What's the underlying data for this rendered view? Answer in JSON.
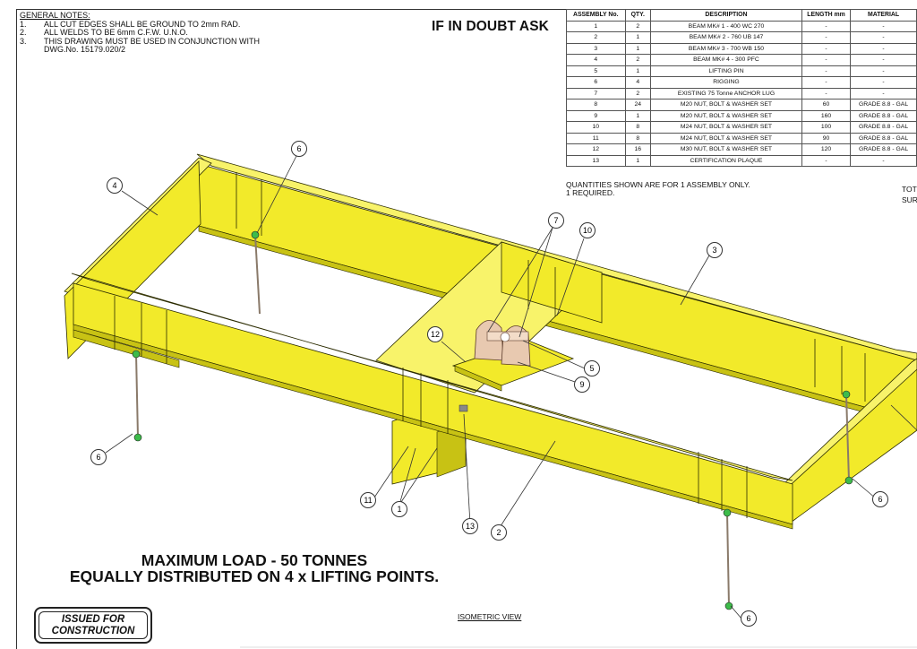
{
  "notes": {
    "heading": "GENERAL NOTES:",
    "items": [
      {
        "num": "1.",
        "text": "ALL CUT EDGES SHALL BE GROUND TO 2mm RAD."
      },
      {
        "num": "2.",
        "text": "ALL WELDS TO BE 6mm C.F.W.  U.N.O."
      },
      {
        "num": "3.",
        "text": "THIS DRAWING MUST BE USED IN CONJUNCTION WITH"
      }
    ],
    "continuation": "DWG.No. 15179.020/2"
  },
  "banner": "IF IN DOUBT ASK",
  "bom": {
    "headers": [
      "ASSEMBLY No.",
      "QTY.",
      "DESCRIPTION",
      "LENGTH mm",
      "MATERIAL"
    ],
    "rows": [
      [
        "1",
        "2",
        "BEAM MK# 1 - 400 WC 270",
        "-",
        "-"
      ],
      [
        "2",
        "1",
        "BEAM MK# 2 - 760 UB 147",
        "-",
        "-"
      ],
      [
        "3",
        "1",
        "BEAM MK# 3 - 700 WB 150",
        "-",
        "-"
      ],
      [
        "4",
        "2",
        "BEAM MK# 4 - 300 PFC",
        "-",
        "-"
      ],
      [
        "5",
        "1",
        "LIFTING PIN",
        "-",
        "-"
      ],
      [
        "6",
        "4",
        "RIGGING",
        "-",
        "-"
      ],
      [
        "7",
        "2",
        "EXISTING 75 Tonne ANCHOR LUG",
        "-",
        "-"
      ],
      [
        "8",
        "24",
        "M20 NUT, BOLT & WASHER SET",
        "60",
        "GRADE 8.8 - GAL"
      ],
      [
        "9",
        "1",
        "M20 NUT, BOLT & WASHER SET",
        "160",
        "GRADE 8.8 - GAL"
      ],
      [
        "10",
        "8",
        "M24 NUT, BOLT & WASHER SET",
        "100",
        "GRADE 8.8 - GAL"
      ],
      [
        "11",
        "8",
        "M24 NUT, BOLT & WASHER SET",
        "90",
        "GRADE 8.8 - GAL"
      ],
      [
        "12",
        "16",
        "M30 NUT, BOLT & WASHER SET",
        "120",
        "GRADE 8.8 - GAL"
      ],
      [
        "13",
        "1",
        "CERTIFICATION PLAQUE",
        "-",
        "-"
      ]
    ]
  },
  "qty_note": {
    "line1": "QUANTITIES SHOWN ARE FOR 1 ASSEMBLY ONLY.",
    "line2": "1 REQUIRED."
  },
  "tot": {
    "line1": "TOT",
    "line2": "SUR"
  },
  "balloons": {
    "b1": "1",
    "b2": "2",
    "b3": "3",
    "b4": "4",
    "b5": "5",
    "b6a": "6",
    "b6b": "6",
    "b6c": "6",
    "b6d": "6",
    "b7": "7",
    "b9": "9",
    "b10": "10",
    "b11": "11",
    "b12": "12",
    "b13": "13"
  },
  "max_load": {
    "line1": "MAXIMUM LOAD - 50 TONNES",
    "line2": "EQUALLY DISTRIBUTED ON 4 x LIFTING POINTS."
  },
  "stamp": {
    "line1": "ISSUED FOR",
    "line2": "CONSTRUCTION"
  },
  "view_title": "ISOMETRIC VIEW",
  "colors": {
    "steel": "#f2ea2a",
    "steel_dark": "#c8c214",
    "steel_light": "#f8f36a",
    "outline": "#2b2b00",
    "lug": "#e8c9b0",
    "chain": "#8a7a6a",
    "shackle": "#3dbb4a"
  }
}
